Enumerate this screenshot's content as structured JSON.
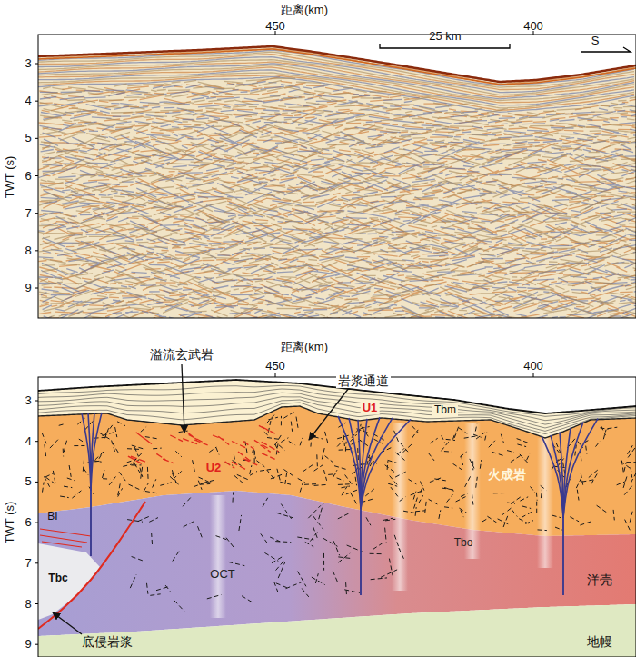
{
  "diagram": {
    "labels": [
      "距离(km)",
      "450",
      "400",
      "25 km",
      "S",
      "TWT (s)",
      "3",
      "4",
      "5",
      "6",
      "7",
      "8",
      "9",
      "溢流玄武岩",
      "距离(km)",
      "450",
      "400",
      "岩浆通道",
      "TWT (s)",
      "3",
      "4",
      "5",
      "6",
      "7",
      "8",
      "9",
      "U1",
      "Tbm",
      "U2",
      "火成岩",
      "BI",
      "Tbo",
      "Tbc",
      "OCT",
      "洋壳",
      "底侵岩浆",
      "地幔"
    ]
  }
}
